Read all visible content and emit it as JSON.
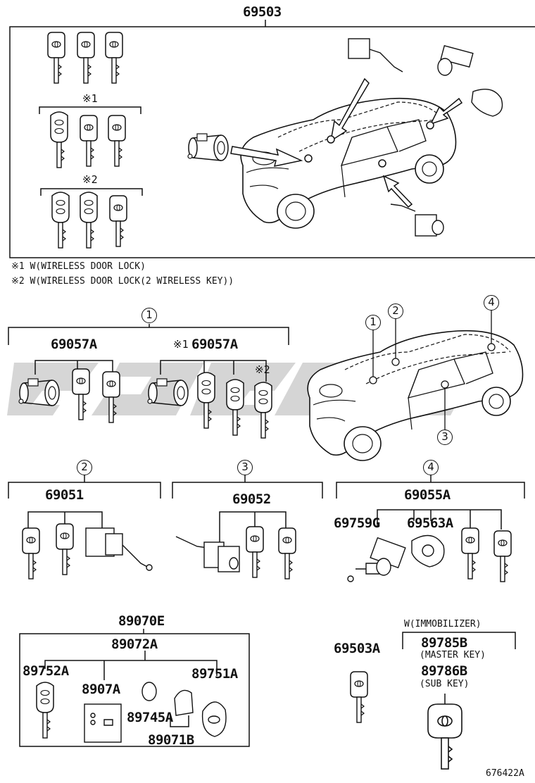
{
  "parts": {
    "p69503": "69503",
    "p69057a_1": "69057A",
    "p69057a_2": "69057A",
    "p69051": "69051",
    "p69052": "69052",
    "p69055a": "69055A",
    "p69759g": "69759G",
    "p69563a": "69563A",
    "p89070e": "89070E",
    "p89072a": "89072A",
    "p89752a": "89752A",
    "p8907a": "8907A",
    "p89751a": "89751A",
    "p89745a": "89745A",
    "p89071b": "89071B",
    "p69503a": "69503A",
    "p89785b": "89785B",
    "p89786b": "89786B"
  },
  "marks": {
    "m1": "※1",
    "m2": "※2"
  },
  "notes": {
    "note1": "※1 W(WIRELESS DOOR LOCK)",
    "note2": "※2 W(WIRELESS DOOR LOCK(2 WIRELESS KEY))",
    "immobilizer": "W(IMMOBILIZER)",
    "master_key": "(MASTER KEY)",
    "sub_key": "(SUB KEY)"
  },
  "circles": {
    "c1": "1",
    "c2": "2",
    "c3": "3",
    "c4": "4"
  },
  "diagram_id": "676422A",
  "watermark_color": "#c8c8c8"
}
